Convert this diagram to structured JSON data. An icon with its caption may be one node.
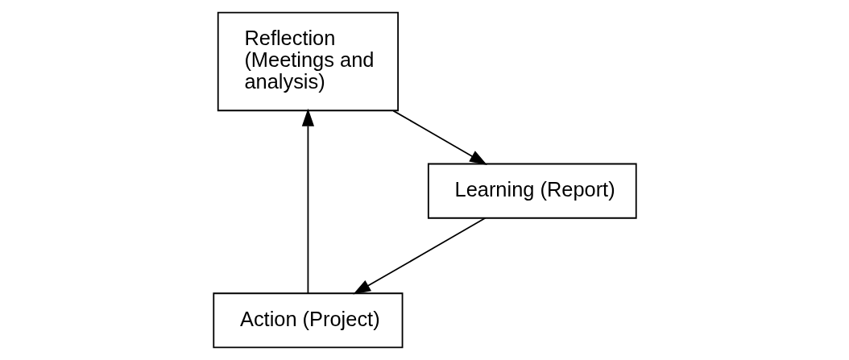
{
  "diagram": {
    "nodes": [
      {
        "text": [
          "Action (Project)"
        ]
      },
      {
        "text": [
          "Reflection (Meetings and analysis)"
        ]
      },
      {
        "text": [
          "Learning (Report)"
        ]
      }
    ],
    "edges": [
      {
        "from": 0,
        "to": 1,
        "arrow": "to"
      },
      {
        "from": 1,
        "to": 2,
        "arrow": "to"
      },
      {
        "from": 2,
        "to": 0,
        "arrow": "to"
      }
    ]
  }
}
